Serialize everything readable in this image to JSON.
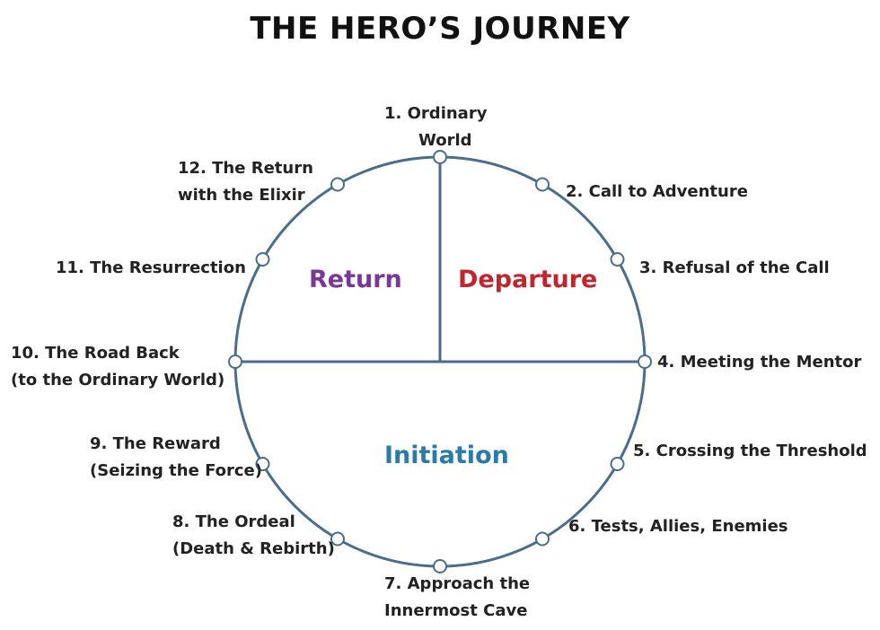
{
  "title": "THE HERO’S JOURNEY",
  "sections": {
    "return": {
      "label": "Return",
      "color": "#7a3796"
    },
    "departure": {
      "label": "Departure",
      "color": "#c0262e"
    },
    "initiation": {
      "label": "Initiation",
      "color": "#2b7ba8"
    }
  },
  "line_color": "#4a6d8c",
  "stages": [
    {
      "lines": [
        "1.  Ordinary",
        "World"
      ]
    },
    {
      "lines": [
        "2. Call to Adventure"
      ]
    },
    {
      "lines": [
        "3. Refusal of the Call"
      ]
    },
    {
      "lines": [
        "4. Meeting the Mentor"
      ]
    },
    {
      "lines": [
        "5. Crossing the Threshold"
      ]
    },
    {
      "lines": [
        "6. Tests, Allies, Enemies"
      ]
    },
    {
      "lines": [
        "7. Approach the",
        "Innermost Cave"
      ]
    },
    {
      "lines": [
        "8. The Ordeal",
        "(Death & Rebirth)"
      ]
    },
    {
      "lines": [
        "9. The Reward",
        "(Seizing the Force)"
      ]
    },
    {
      "lines": [
        "10. The Road Back",
        "(to the Ordinary World)"
      ]
    },
    {
      "lines": [
        "11. The Resurrection"
      ]
    },
    {
      "lines": [
        "12. The Return",
        "with the Elixir"
      ]
    }
  ]
}
